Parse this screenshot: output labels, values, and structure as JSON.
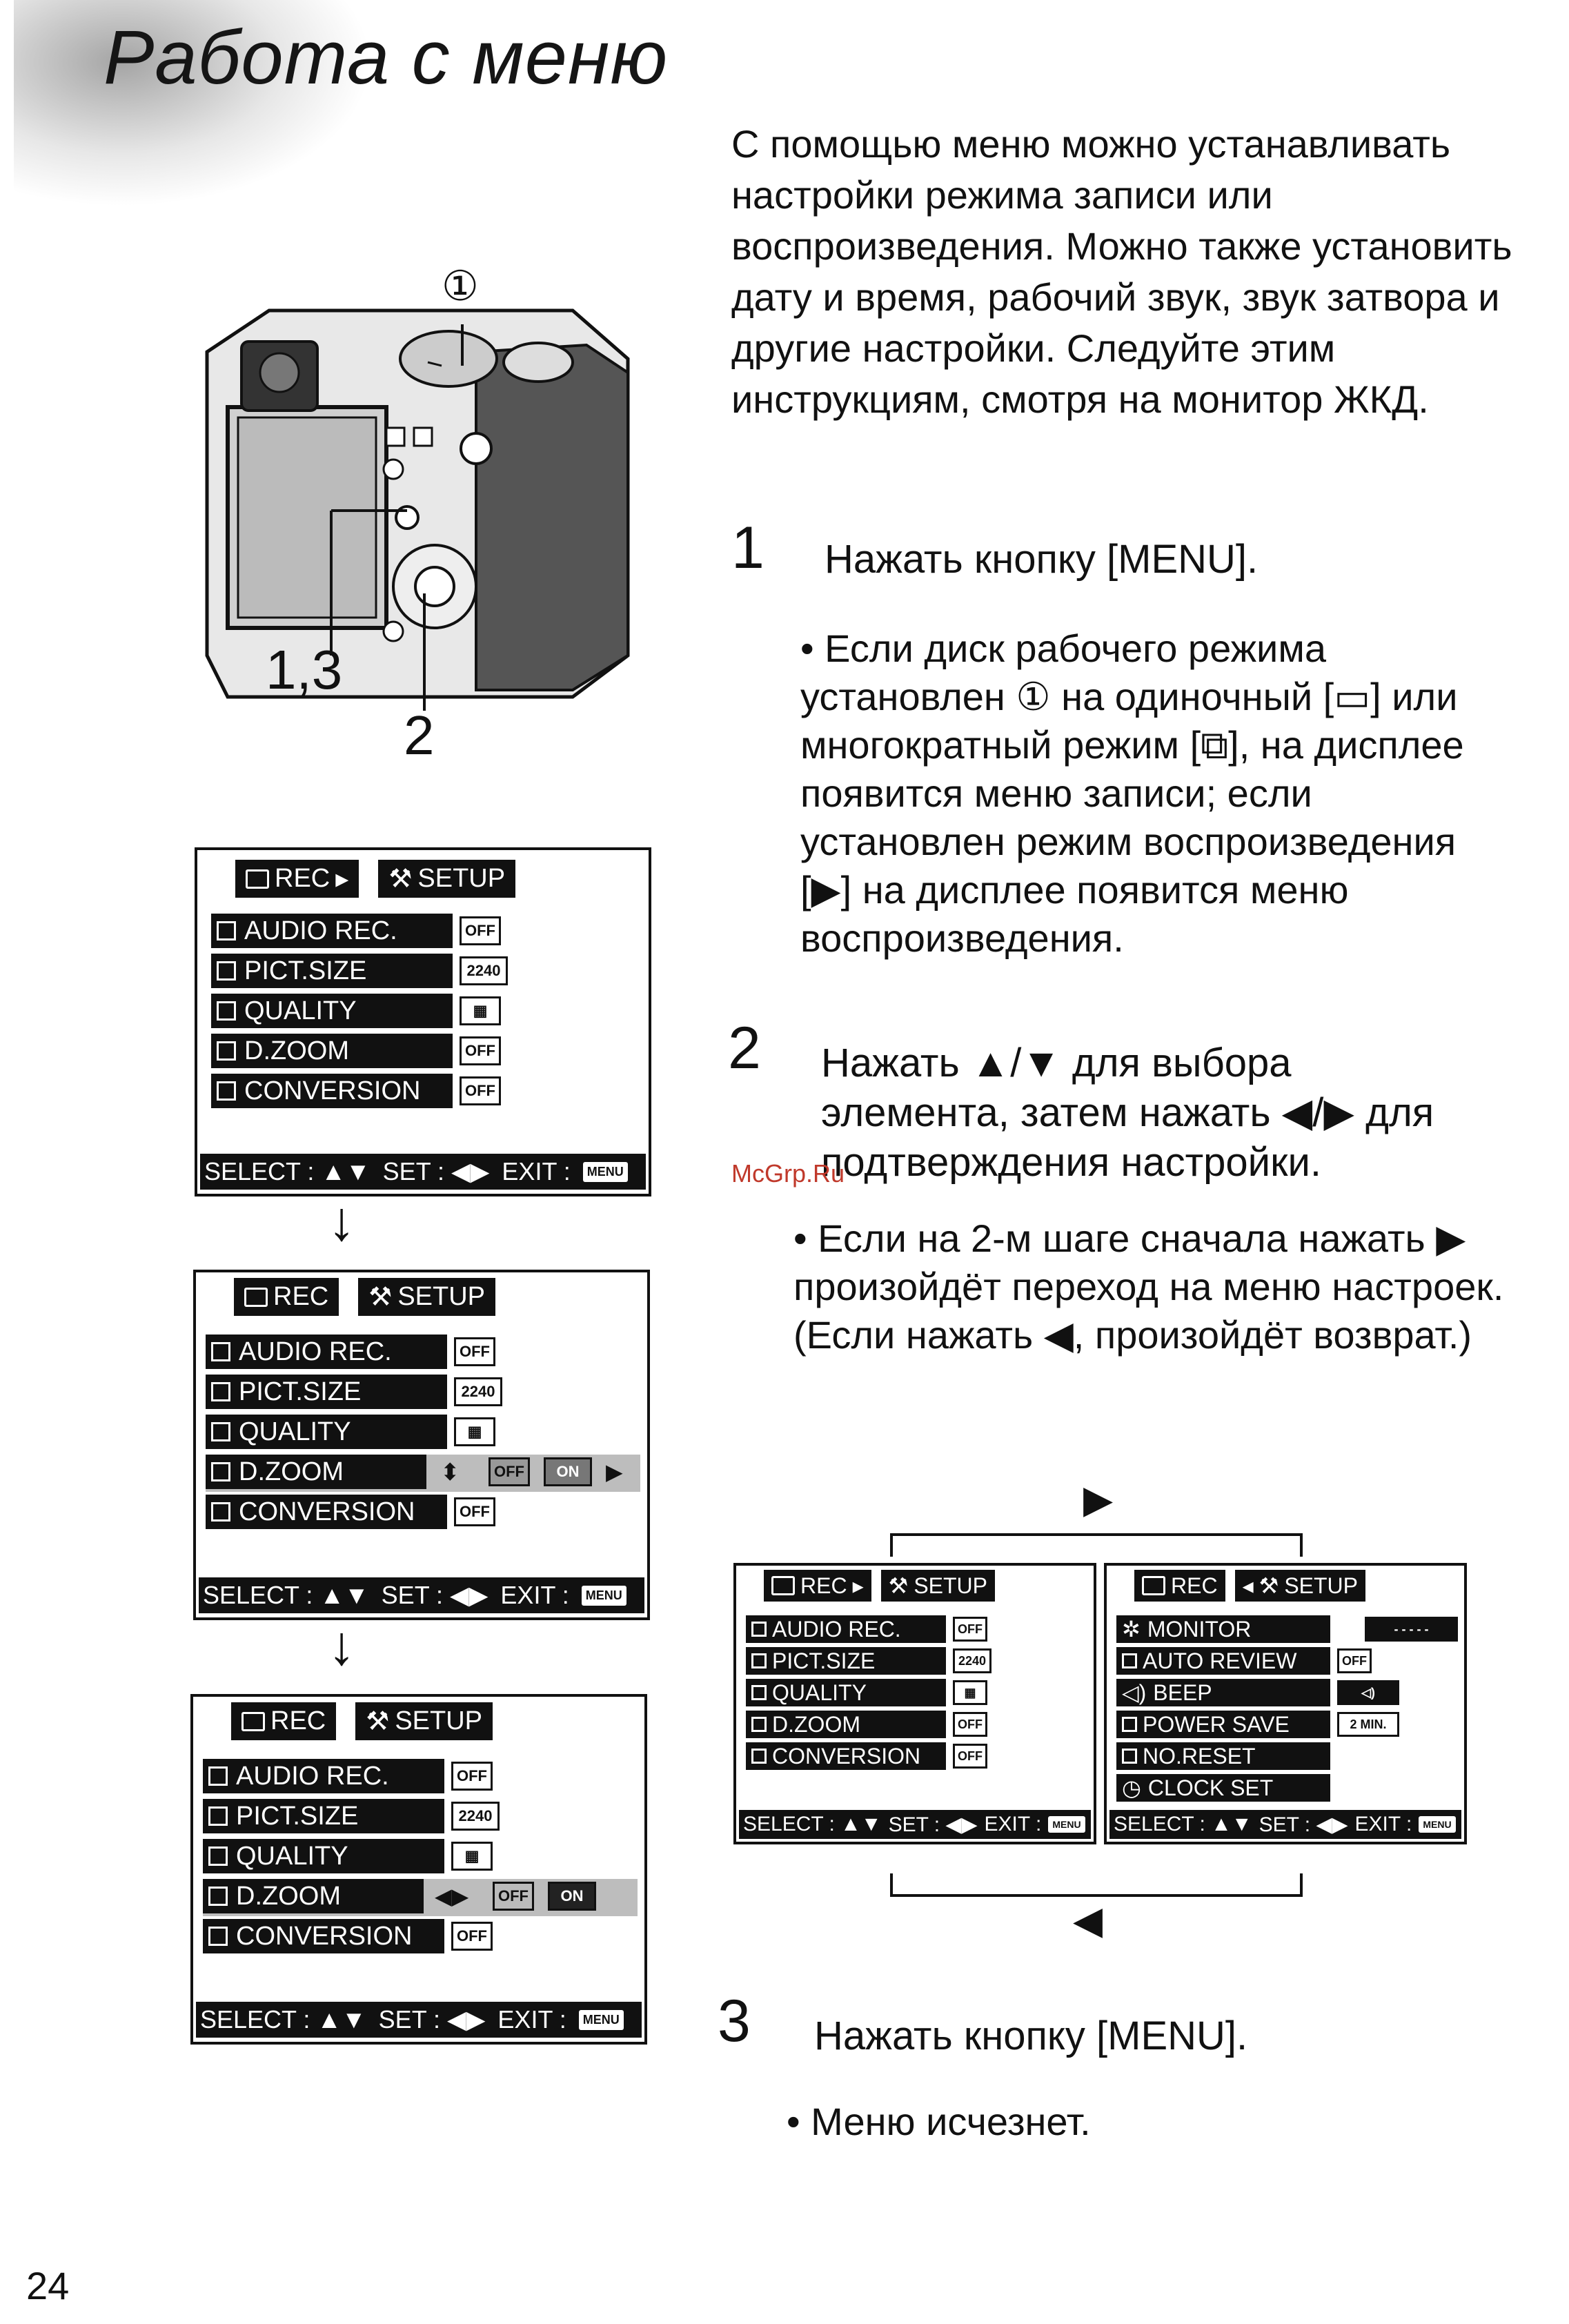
{
  "page": {
    "title": "Работа с меню",
    "page_number": "24",
    "watermark": "McGrp.Ru"
  },
  "intro": "С помощью меню можно устанавливать настройки режима записи или воспроизведения. Можно также установить дату и время, рабочий звук, звук затвора и другие настройки. Следуйте этим инструкциям, смотря на монитор ЖКД.",
  "camera": {
    "callout_top": "①",
    "callout_left": "1,3",
    "callout_bottom": "2"
  },
  "steps": [
    {
      "number": "1",
      "text": "Нажать кнопку [MENU].",
      "bullet": "Если диск рабочего режима установлен ① на одиночный [▭] или многократный режим [⧉], на дисплее появится меню записи; если установлен режим воспроизведения [▶] на дисплее появится меню воспроизведения."
    },
    {
      "number": "2",
      "text": "Нажать ▲/▼ для выбора элемента, затем нажать ◀/▶ для подтверждения настройки.",
      "bullet": "Если на 2-м шаге сначала нажать ▶ произойдёт переход на меню настроек. (Если нажать ◀, произойдёт возврат.)"
    },
    {
      "number": "3",
      "text": "Нажать кнопку [MENU].",
      "bullet": "Меню исчезнет."
    }
  ],
  "rec_menu": {
    "tab_rec": "REC",
    "tab_setup": "SETUP",
    "items": [
      {
        "label": "AUDIO REC.",
        "value": "OFF"
      },
      {
        "label": "PICT.SIZE",
        "value": "2240"
      },
      {
        "label": "QUALITY",
        "value": "▦"
      },
      {
        "label": "D.ZOOM",
        "value": "OFF"
      },
      {
        "label": "CONVERSION",
        "value": "OFF"
      }
    ],
    "dzoom_opt_off": "OFF",
    "dzoom_opt_on": "ON",
    "status": {
      "select": "SELECT : ▲▼",
      "set": "SET : ◀▶",
      "exit": "EXIT :",
      "menu": "MENU"
    }
  },
  "setup_menu": {
    "tab_rec": "REC",
    "tab_setup": "SETUP",
    "items": [
      {
        "label": "MONITOR",
        "value": "- - - - -"
      },
      {
        "label": "AUTO REVIEW",
        "value": "OFF"
      },
      {
        "label": "BEEP",
        "value": "◁)"
      },
      {
        "label": "POWER SAVE",
        "value": "2 MIN."
      },
      {
        "label": "NO.RESET",
        "value": ""
      },
      {
        "label": "CLOCK SET",
        "value": ""
      }
    ],
    "status": {
      "select": "SELECT : ▲▼",
      "set": "SET : ◀▶",
      "exit": "EXIT :",
      "menu": "MENU"
    }
  },
  "flow": {
    "arrow_right": "▶",
    "arrow_left": "◀",
    "arrow_down": "↓"
  }
}
